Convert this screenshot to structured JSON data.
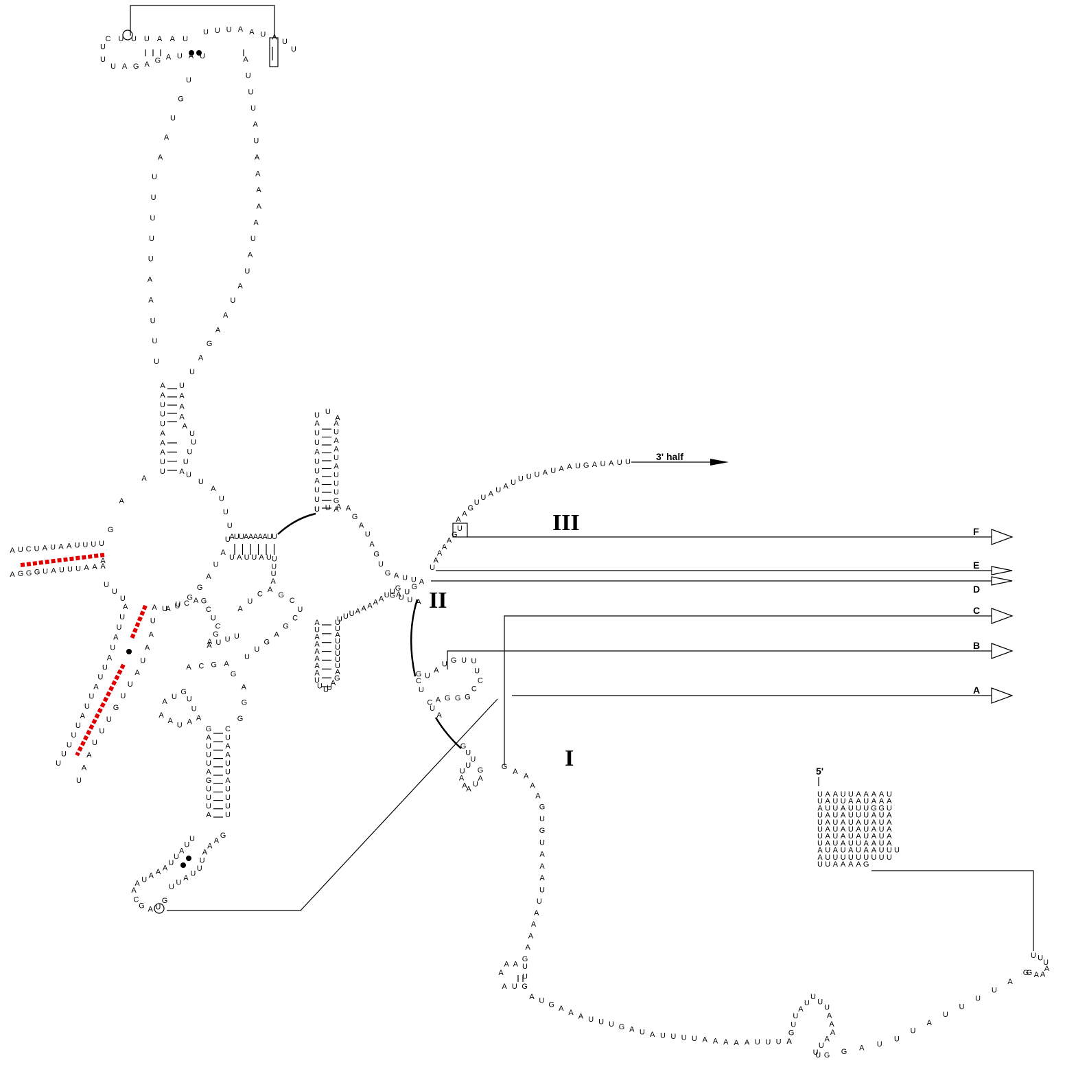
{
  "labels": {
    "end_5": "5'",
    "half_3": "3' half",
    "domain_I": "I",
    "domain_II": "II",
    "domain_III": "III"
  },
  "helices": [
    "A",
    "B",
    "C",
    "D",
    "E",
    "F"
  ],
  "colors": {
    "ink": "#000000",
    "highlight": "#e00000"
  },
  "block_5prime": [
    "UAAUUAAAAU",
    "UAUUAAUAAA",
    "AUUAUUUGGU",
    "UAUAUUUAUA",
    "UAUAUAUAUA",
    "UAUAUAUAUA",
    "UAUAUAUAUA",
    "UAUAUUAAUA",
    "AUAUAUAAUUU",
    "AUUUUUUUUU",
    "UUAAAAG"
  ],
  "segments": {
    "s3prime": "AAGUUAUAUUUUAUAAUGAUAUU",
    "top_loop_a": "UUCUUUAAU",
    "top_loop_b": "UUUAAUAUU",
    "top_loop_c": "UAGAGAUAU",
    "long_left": "UGUAAUUUUUAAUUU",
    "long_right": "AUUUAUAAAAAUAUAUAAGAU",
    "stem_top_left": "AAUUUAAAUU",
    "stem_top_right": "UAAAAUUUUA",
    "mid_loop": "UUAUUUUAUAGGUU",
    "mid_stem_left": "AUUAAAAAUU",
    "mid_stem_right": "UAUUAUUUUA",
    "red_helix_top": "AUCUAUAAUUUU",
    "red_helix_bottom": "AGGGUAUUUAAA",
    "red_diag_left": "UUUAUUAUAUUAUUAUUUUU",
    "red_diag_right": "AUAAUAUUGUUUAAU",
    "lower_stem_left": "GAUUUAGUUUA",
    "lower_stem_right": "CUAAUUAUUUU",
    "bottom_stem": "AUAAAUUAUU",
    "bottom_stem_r": "UUAUUUAAAG",
    "domain1_chain": "GAAAAGUGUAAAUUAAAAG",
    "bottom_arc": "AUGAAAUUUGAUAUUUUAAAAAUUUA",
    "bottom_arc_right": "GAUUUAUUUUAG",
    "junction_II": "GAUUAGUAGUUA",
    "hairpin_II_left": "AUAAAAAAUUU",
    "hairpin_II_right": "UUAUUUUUAGAU",
    "hairpin_B": "CUAUGUUUCCGGGAU",
    "hairpin_I": "GUUUUAAAUAG",
    "loop_left_small": "AUGUUAAUAA",
    "stem_center": "AUCAGCUCGAAUUU",
    "tail_right": "UUUAAAG"
  }
}
